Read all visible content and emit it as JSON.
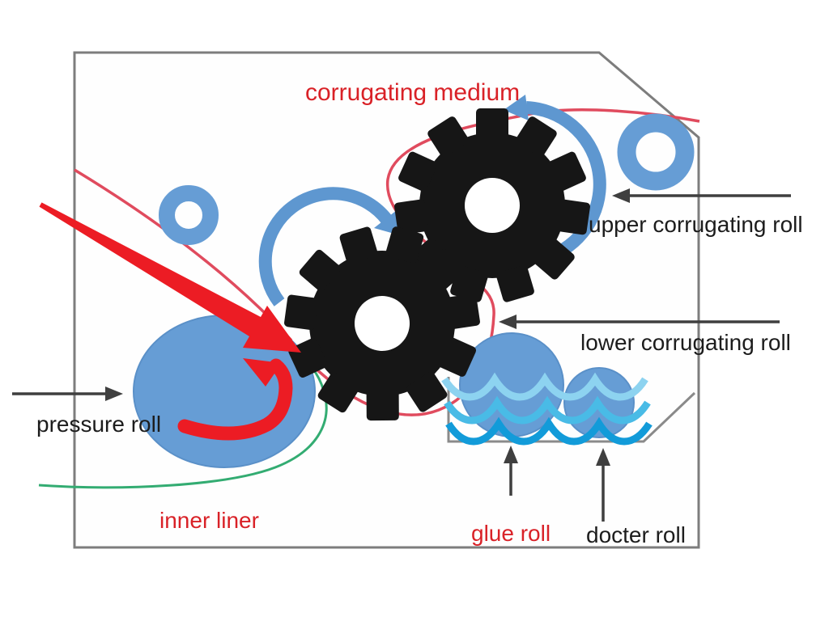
{
  "labels": {
    "corrugating_medium": {
      "text": "corrugating medium",
      "color": "#d92127"
    },
    "upper_corrugating_roll": {
      "text": "upper corrugating roll",
      "color": "#1c1c1c"
    },
    "lower_corrugating_roll": {
      "text": "lower corrugating roll",
      "color": "#1c1c1c"
    },
    "pressure_roll": {
      "text": "pressure roll",
      "color": "#1c1c1c"
    },
    "inner_liner": {
      "text": "inner liner",
      "color": "#d92127"
    },
    "glue_roll": {
      "text": "glue roll",
      "color": "#d92127"
    },
    "docter_roll": {
      "text": "docter roll",
      "color": "#1c1c1c"
    }
  },
  "colors": {
    "background": "#ffffff",
    "gear_black": "#161616",
    "roll_blue": "#669dd5",
    "arc_blue": "#5e97d0",
    "arrow_red": "#ec1c24",
    "medium_line_red": "#e04b5e",
    "liner_green": "#33ac72",
    "wave_light": "#8dd3f0",
    "wave_mid": "#49bbe6",
    "wave_dark": "#129bd9",
    "outline_gray": "#7d7d7d",
    "pan_gray": "#8a8a8a",
    "annotation_gray": "#3f3f3f"
  }
}
